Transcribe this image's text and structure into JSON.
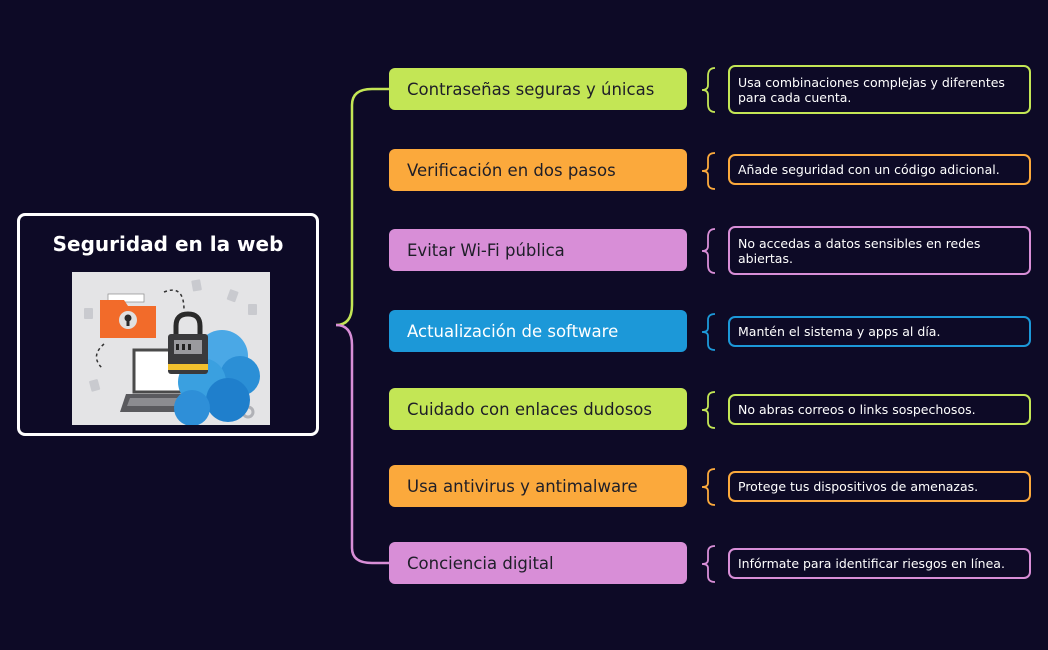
{
  "root": {
    "title": "Seguridad en la web",
    "illustration": "cybersecurity-illustration"
  },
  "colors": {
    "background": "#0d0a26",
    "green": "#c3e655",
    "orange": "#fba93c",
    "pink": "#d88ed7",
    "blue": "#1c98d8"
  },
  "branches": [
    {
      "label": "Contraseñas seguras y únicas",
      "detail": " Usa combinaciones complejas y diferentes para cada cuenta.",
      "color": "green"
    },
    {
      "label": "Verificación en dos pasos",
      "detail": "Añade seguridad con un código adicional.",
      "color": "orange"
    },
    {
      "label": "Evitar Wi-Fi pública",
      "detail": "No accedas a datos sensibles en redes abiertas.",
      "color": "pink"
    },
    {
      "label": "Actualización de software",
      "detail": "Mantén el sistema y apps al día.",
      "color": "blue"
    },
    {
      "label": "Cuidado con enlaces dudosos",
      "detail": " No abras correos o links sospechosos.",
      "color": "green"
    },
    {
      "label": "Usa antivirus y antimalware",
      "detail": "Protege tus dispositivos de amenazas.",
      "color": "orange"
    },
    {
      "label": "Conciencia digital",
      "detail": "Infórmate para identificar riesgos en línea.",
      "color": "pink"
    }
  ]
}
